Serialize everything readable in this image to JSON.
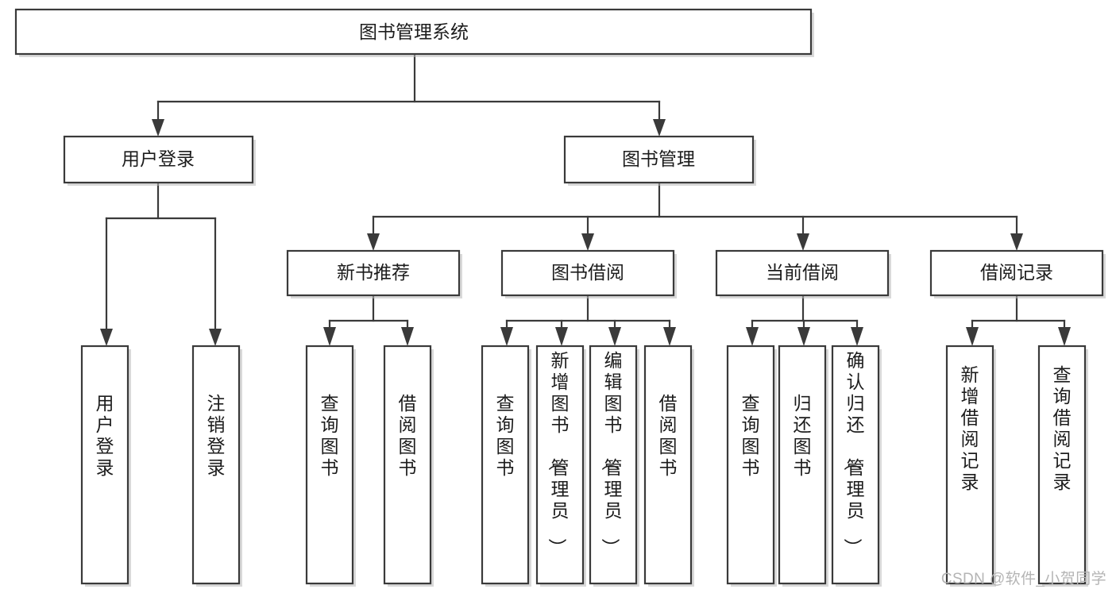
{
  "diagram": {
    "type": "tree",
    "title": "图书管理系统",
    "watermark": "CSDN @软件_小贺同学",
    "colors": {
      "box_stroke": "#3a3a3a",
      "box_fill": "#ffffff",
      "text": "#1c1c1c",
      "watermark": "#b4b4b4",
      "background": "#ffffff"
    },
    "nodes": {
      "root": {
        "label": "图书管理系统"
      },
      "level2": [
        {
          "label": "用户登录"
        },
        {
          "label": "图书管理"
        }
      ],
      "level3": [
        {
          "label": "新书推荐"
        },
        {
          "label": "图书借阅"
        },
        {
          "label": "当前借阅"
        },
        {
          "label": "借阅记录"
        }
      ],
      "leaves_user_login": [
        {
          "label": "用户登录"
        },
        {
          "label": "注销登录"
        }
      ],
      "leaves_new_book": [
        {
          "label": "查询图书"
        },
        {
          "label": "借阅图书"
        }
      ],
      "leaves_borrow": [
        {
          "label": "查询图书"
        },
        {
          "label": "新增图书（管理员）"
        },
        {
          "label": "编辑图书（管理员）"
        },
        {
          "label": "借阅图书"
        }
      ],
      "leaves_current": [
        {
          "label": "查询图书"
        },
        {
          "label": "归还图书"
        },
        {
          "label": "确认归还（管理员）"
        }
      ],
      "leaves_records": [
        {
          "label": "新增借阅记录"
        },
        {
          "label": "查询借阅记录"
        }
      ]
    }
  }
}
